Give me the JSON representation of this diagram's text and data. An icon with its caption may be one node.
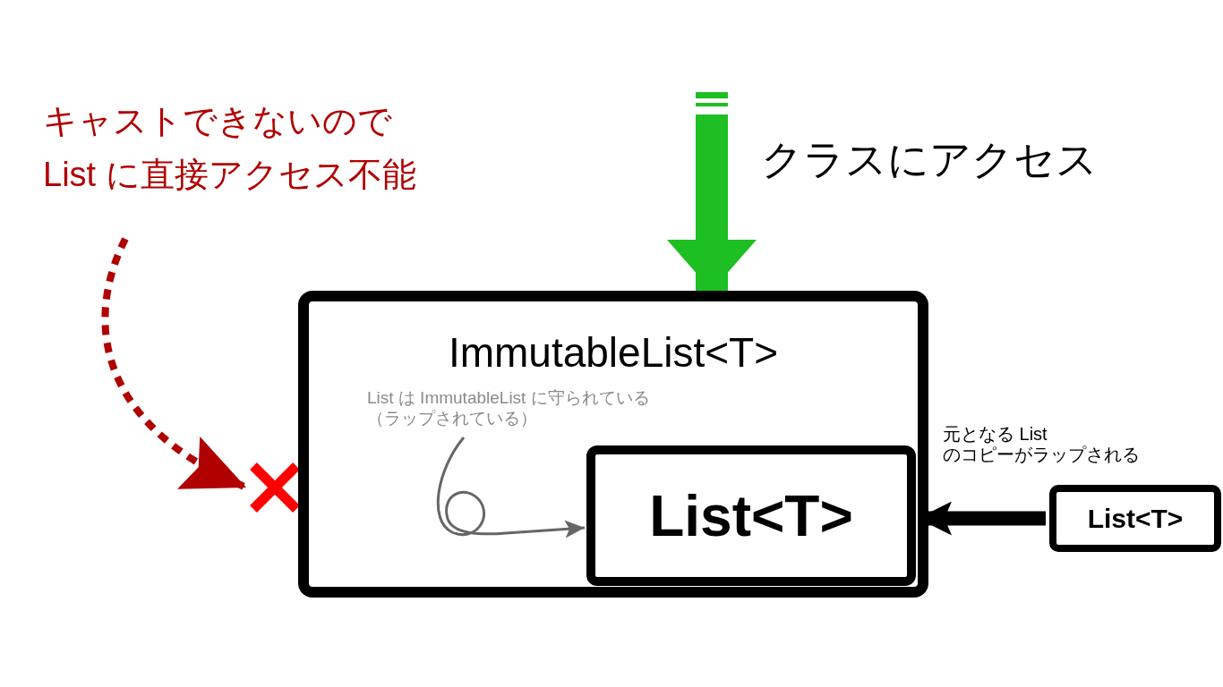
{
  "diagram": {
    "nodes": [
      {
        "text": [
          "キャストできないので List に直接アクセス不能"
        ]
      },
      {
        "text": [],
        "shape": "cross"
      },
      {
        "text": [
          "ImmutableList<T>"
        ]
      },
      {
        "text": [
          "List は ImmutableList に守られている（ラップされている）"
        ],
        "in": 2
      },
      {
        "text": [
          "List<T>"
        ],
        "in": 2
      },
      {
        "text": [
          "List<T>"
        ]
      }
    ],
    "edges": [
      {
        "from": 0,
        "to": 1,
        "arrow": "to",
        "style": "dashed",
        "color": "#b00000"
      },
      {
        "from": null,
        "to": 2,
        "arrow": "to",
        "style": "thick",
        "color": "#1dbf22"
      },
      {
        "from": 3,
        "to": 4,
        "arrow": "to",
        "color": "#666666"
      },
      {
        "from": 5,
        "to": 4,
        "arrow": "to",
        "style": "thick",
        "color": "#000000",
        "label": "元となる List のコピーがラップされる"
      }
    ],
    "labels": [
      "クラスにアクセス"
    ]
  }
}
